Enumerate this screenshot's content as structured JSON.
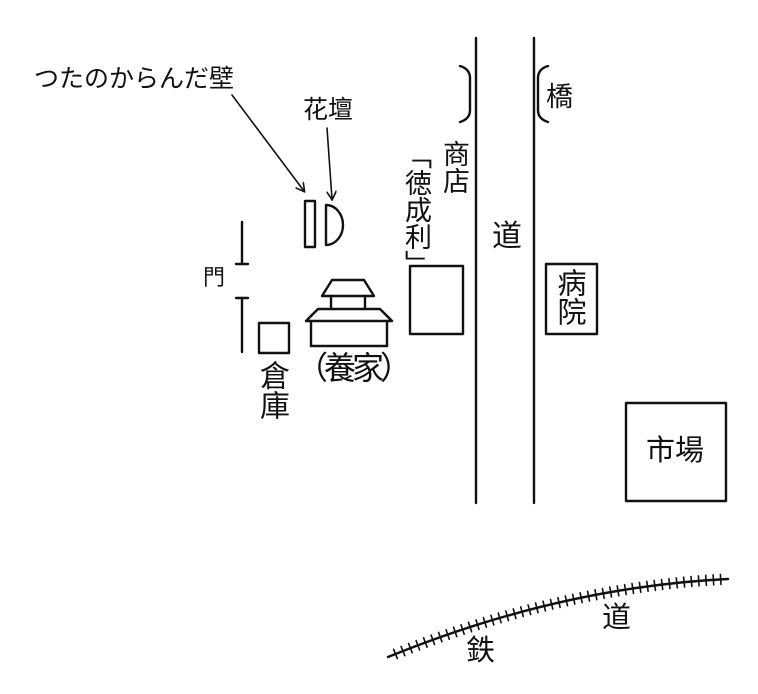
{
  "labels": {
    "ivy_wall": "つたのからんだ壁",
    "flower_bed": "花壇",
    "gate": "門",
    "storehouse": "倉庫",
    "foster_home": "（養家）",
    "shop": "商店",
    "shop_name": "「徳成利」",
    "road": "道",
    "bridge": "橋",
    "hospital": "病院",
    "market": "市場",
    "railway_1": "鉄",
    "railway_2": "道"
  },
  "colors": {
    "ink": "#111111",
    "paper": "#ffffff"
  }
}
